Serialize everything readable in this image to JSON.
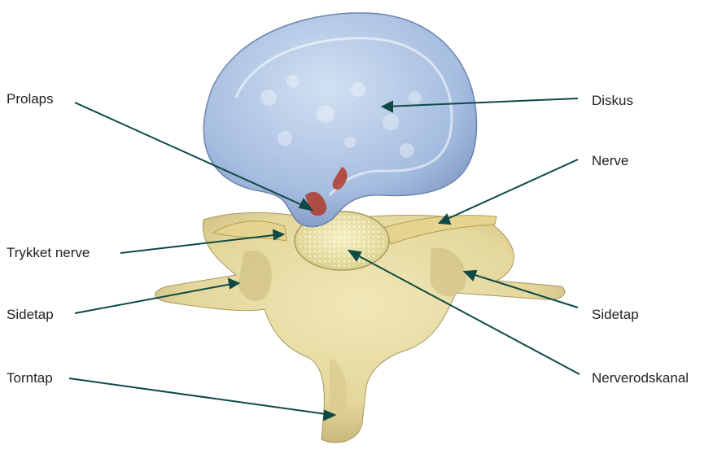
{
  "labels": {
    "prolaps": "Prolaps",
    "trykket_nerve": "Trykket nerve",
    "sidetap_left": "Sidetap",
    "torntap": "Torntap",
    "diskus": "Diskus",
    "nerve": "Nerve",
    "sidetap_right": "Sidetap",
    "nerverodskanal": "Nerverodskanal"
  },
  "colors": {
    "leader_line": "#0d4a45",
    "disc": "#a9bfe0",
    "bone": "#e9dfa8",
    "nerve": "#e6d48e",
    "prolapse_blood": "#b23a2a"
  }
}
